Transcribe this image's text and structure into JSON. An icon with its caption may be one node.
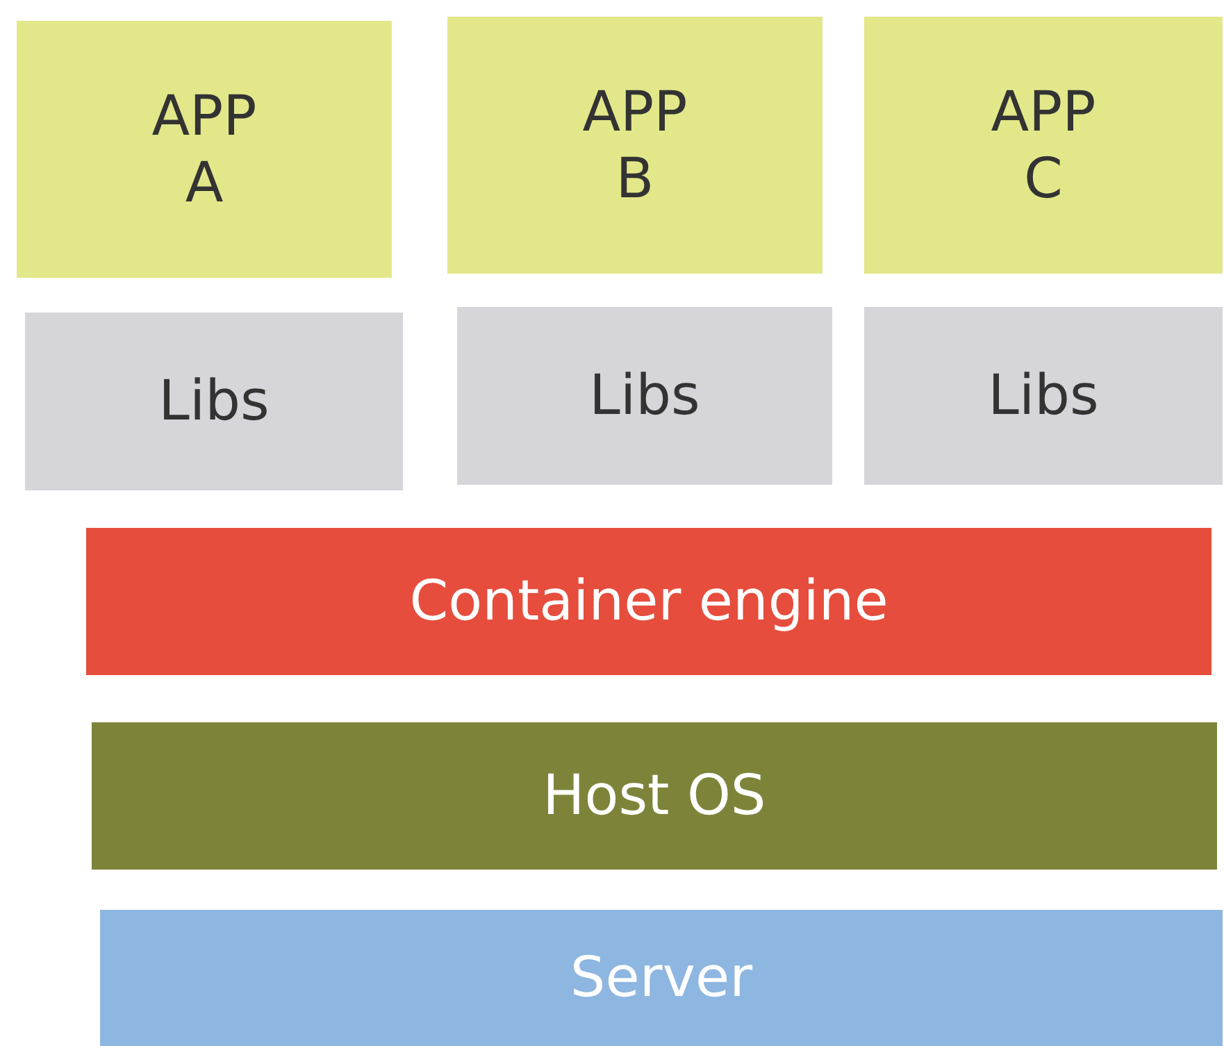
{
  "diagram": {
    "nodes": [
      {
        "text": [
          "APP A"
        ]
      },
      {
        "text": [
          "APP B"
        ]
      },
      {
        "text": [
          "APP C"
        ]
      },
      {
        "text": [
          "Libs"
        ]
      },
      {
        "text": [
          "Libs"
        ]
      },
      {
        "text": [
          "Libs"
        ]
      },
      {
        "text": [
          "Container engine"
        ]
      },
      {
        "text": [
          "Host OS"
        ]
      },
      {
        "text": [
          "Server"
        ]
      }
    ]
  }
}
